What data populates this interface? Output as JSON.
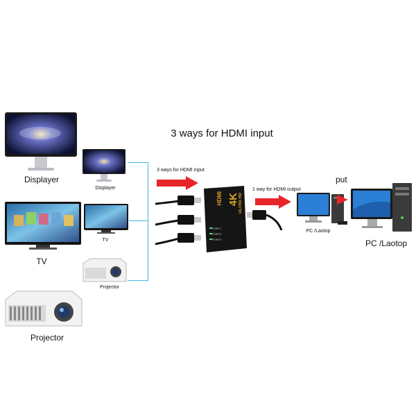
{
  "title": "3 ways for HDMI input",
  "input_arrow_label": "3 ways for HDMI input",
  "output_arrow_label": "1 way for HDMI output",
  "cropped_text": "put",
  "devices_left": {
    "displayer_large": "Displayer",
    "displayer_small": "Displayer",
    "tv_large": "TV",
    "tv_small": "TV",
    "projector_small": "Projector",
    "projector_large": "Projector"
  },
  "devices_right": {
    "pc_small": "PC /Laotop",
    "pc_large": "PC /Laotop"
  },
  "switch": {
    "brand": "HDMI",
    "resolution": "4K",
    "subtitle": "ULTRA HD",
    "ports": [
      "PORT1",
      "PORT2",
      "PORT3"
    ]
  },
  "colors": {
    "arrow": "#e8262a",
    "connector_line": "#3fb6e0",
    "switch_body": "#151515",
    "switch_text": "#d9a321"
  }
}
